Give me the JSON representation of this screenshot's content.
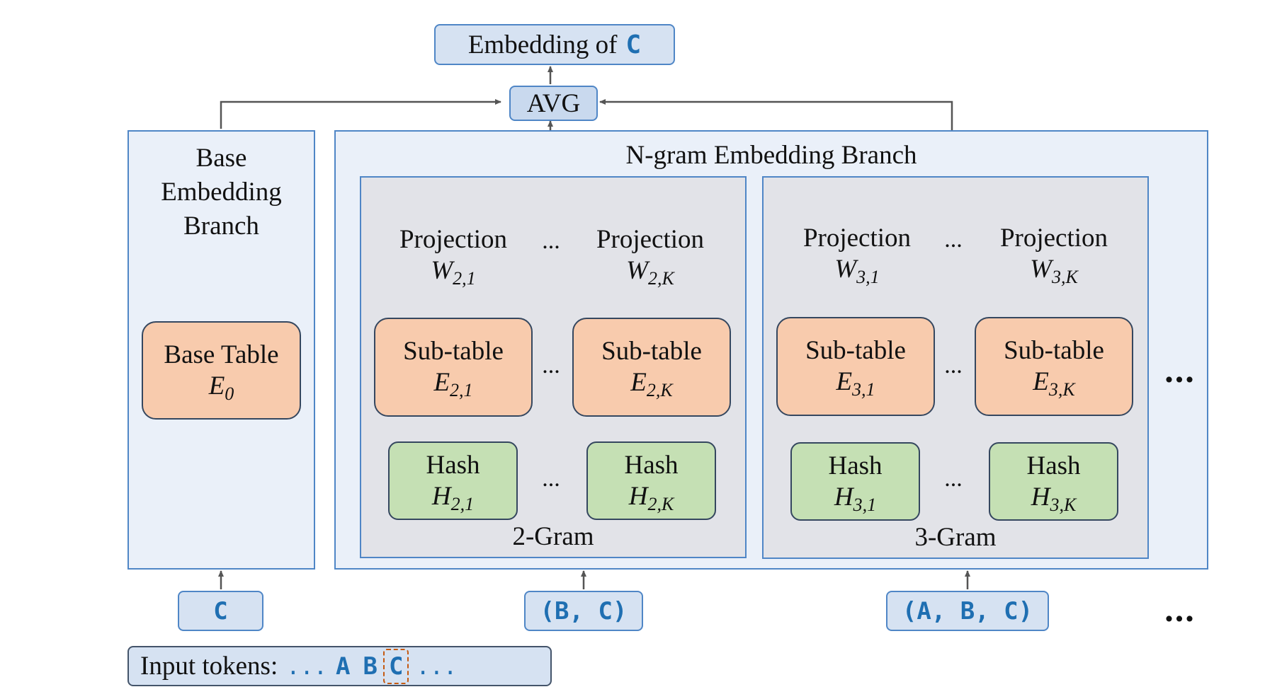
{
  "output_label": "Embedding of",
  "output_token": "C",
  "avg_label": "AVG",
  "base_branch": {
    "title_lines": [
      "Base",
      "Embedding",
      "Branch"
    ],
    "table_label": "Base Table",
    "table_symbol": "E",
    "table_sub": "0"
  },
  "ngram_branch": {
    "title": "N-gram Embedding Branch",
    "groups": [
      {
        "caption": "2-Gram",
        "projections": [
          {
            "label": "Projection",
            "symbol": "W",
            "sub": "2,1"
          },
          {
            "label": "Projection",
            "symbol": "W",
            "sub": "2,K"
          }
        ],
        "subtables": [
          {
            "label": "Sub-table",
            "symbol": "E",
            "sub": "2,1"
          },
          {
            "label": "Sub-table",
            "symbol": "E",
            "sub": "2,K"
          }
        ],
        "hashes": [
          {
            "label": "Hash",
            "symbol": "H",
            "sub": "2,1"
          },
          {
            "label": "Hash",
            "symbol": "H",
            "sub": "2,K"
          }
        ]
      },
      {
        "caption": "3-Gram",
        "projections": [
          {
            "label": "Projection",
            "symbol": "W",
            "sub": "3,1"
          },
          {
            "label": "Projection",
            "symbol": "W",
            "sub": "3,K"
          }
        ],
        "subtables": [
          {
            "label": "Sub-table",
            "symbol": "E",
            "sub": "3,1"
          },
          {
            "label": "Sub-table",
            "symbol": "E",
            "sub": "3,K"
          }
        ],
        "hashes": [
          {
            "label": "Hash",
            "symbol": "H",
            "sub": "3,1"
          },
          {
            "label": "Hash",
            "symbol": "H",
            "sub": "3,K"
          }
        ]
      }
    ]
  },
  "ellipsis": "...",
  "inputs": {
    "base": "C",
    "bigram": "(B, C)",
    "trigram": "(A, B, C)"
  },
  "input_tokens": {
    "label": "Input tokens:",
    "pre": "...",
    "a": "A",
    "b": "B",
    "c": "C",
    "post": "..."
  },
  "colors": {
    "border_blue": "#4f86c6",
    "pill_fill": "#d6e2f2",
    "branch_fill": "#eaf0f9",
    "gram_fill": "#e2e3e8",
    "projection_fill": "#9dc3e6",
    "table_fill": "#f8cbad",
    "hash_fill": "#c5e0b4",
    "token_blue": "#1f6fb2",
    "highlight_orange": "#c55a11",
    "wire": "#555555"
  }
}
